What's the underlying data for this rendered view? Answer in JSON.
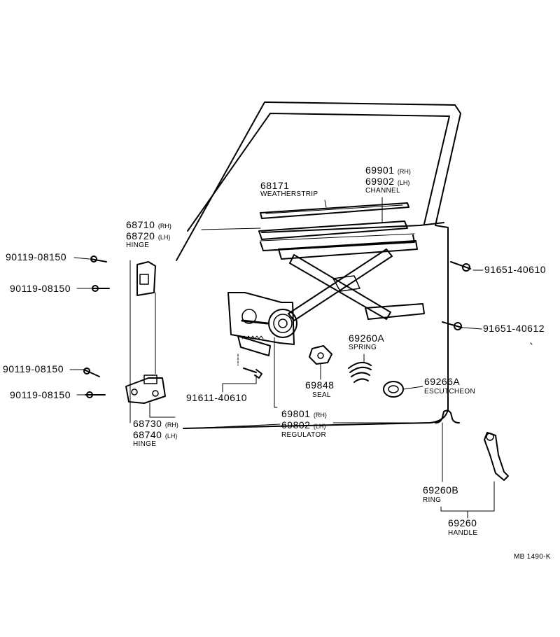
{
  "parts": {
    "weatherstrip": {
      "number": "68171",
      "name": "WEATHERSTRIP"
    },
    "channel": {
      "number_rh": "69901",
      "number_lh": "69902",
      "rh": "(RH)",
      "lh": "(LH)",
      "name": "CHANNEL"
    },
    "upper_hinge": {
      "number_rh": "68710",
      "number_lh": "68720",
      "rh": "(RH)",
      "lh": "(LH)",
      "name": "HINGE"
    },
    "lower_hinge": {
      "number_rh": "68730",
      "number_lh": "68740",
      "rh": "(RH)",
      "lh": "(LH)",
      "name": "HINGE"
    },
    "bolts_left": [
      "90119-08150",
      "90119-08150",
      "90119-08150",
      "90119-08150"
    ],
    "bolts_right": [
      "91651-40610",
      "91651-40612"
    ],
    "regulator_bolt": "91611-40610",
    "spring": {
      "number": "69260A",
      "name": "SPRING"
    },
    "seal": {
      "number": "69848",
      "name": "SEAL"
    },
    "escutcheon": {
      "number": "69266A",
      "name": "ESCUTCHEON"
    },
    "regulator": {
      "number_rh": "69801",
      "number_lh": "69802",
      "rh": "(RH)",
      "lh": "(LH)",
      "name": "REGULATOR"
    },
    "ring": {
      "number": "69260B",
      "name": "RING"
    },
    "handle": {
      "number": "69260",
      "name": "HANDLE"
    }
  },
  "footer_code": "MB 1490-K"
}
